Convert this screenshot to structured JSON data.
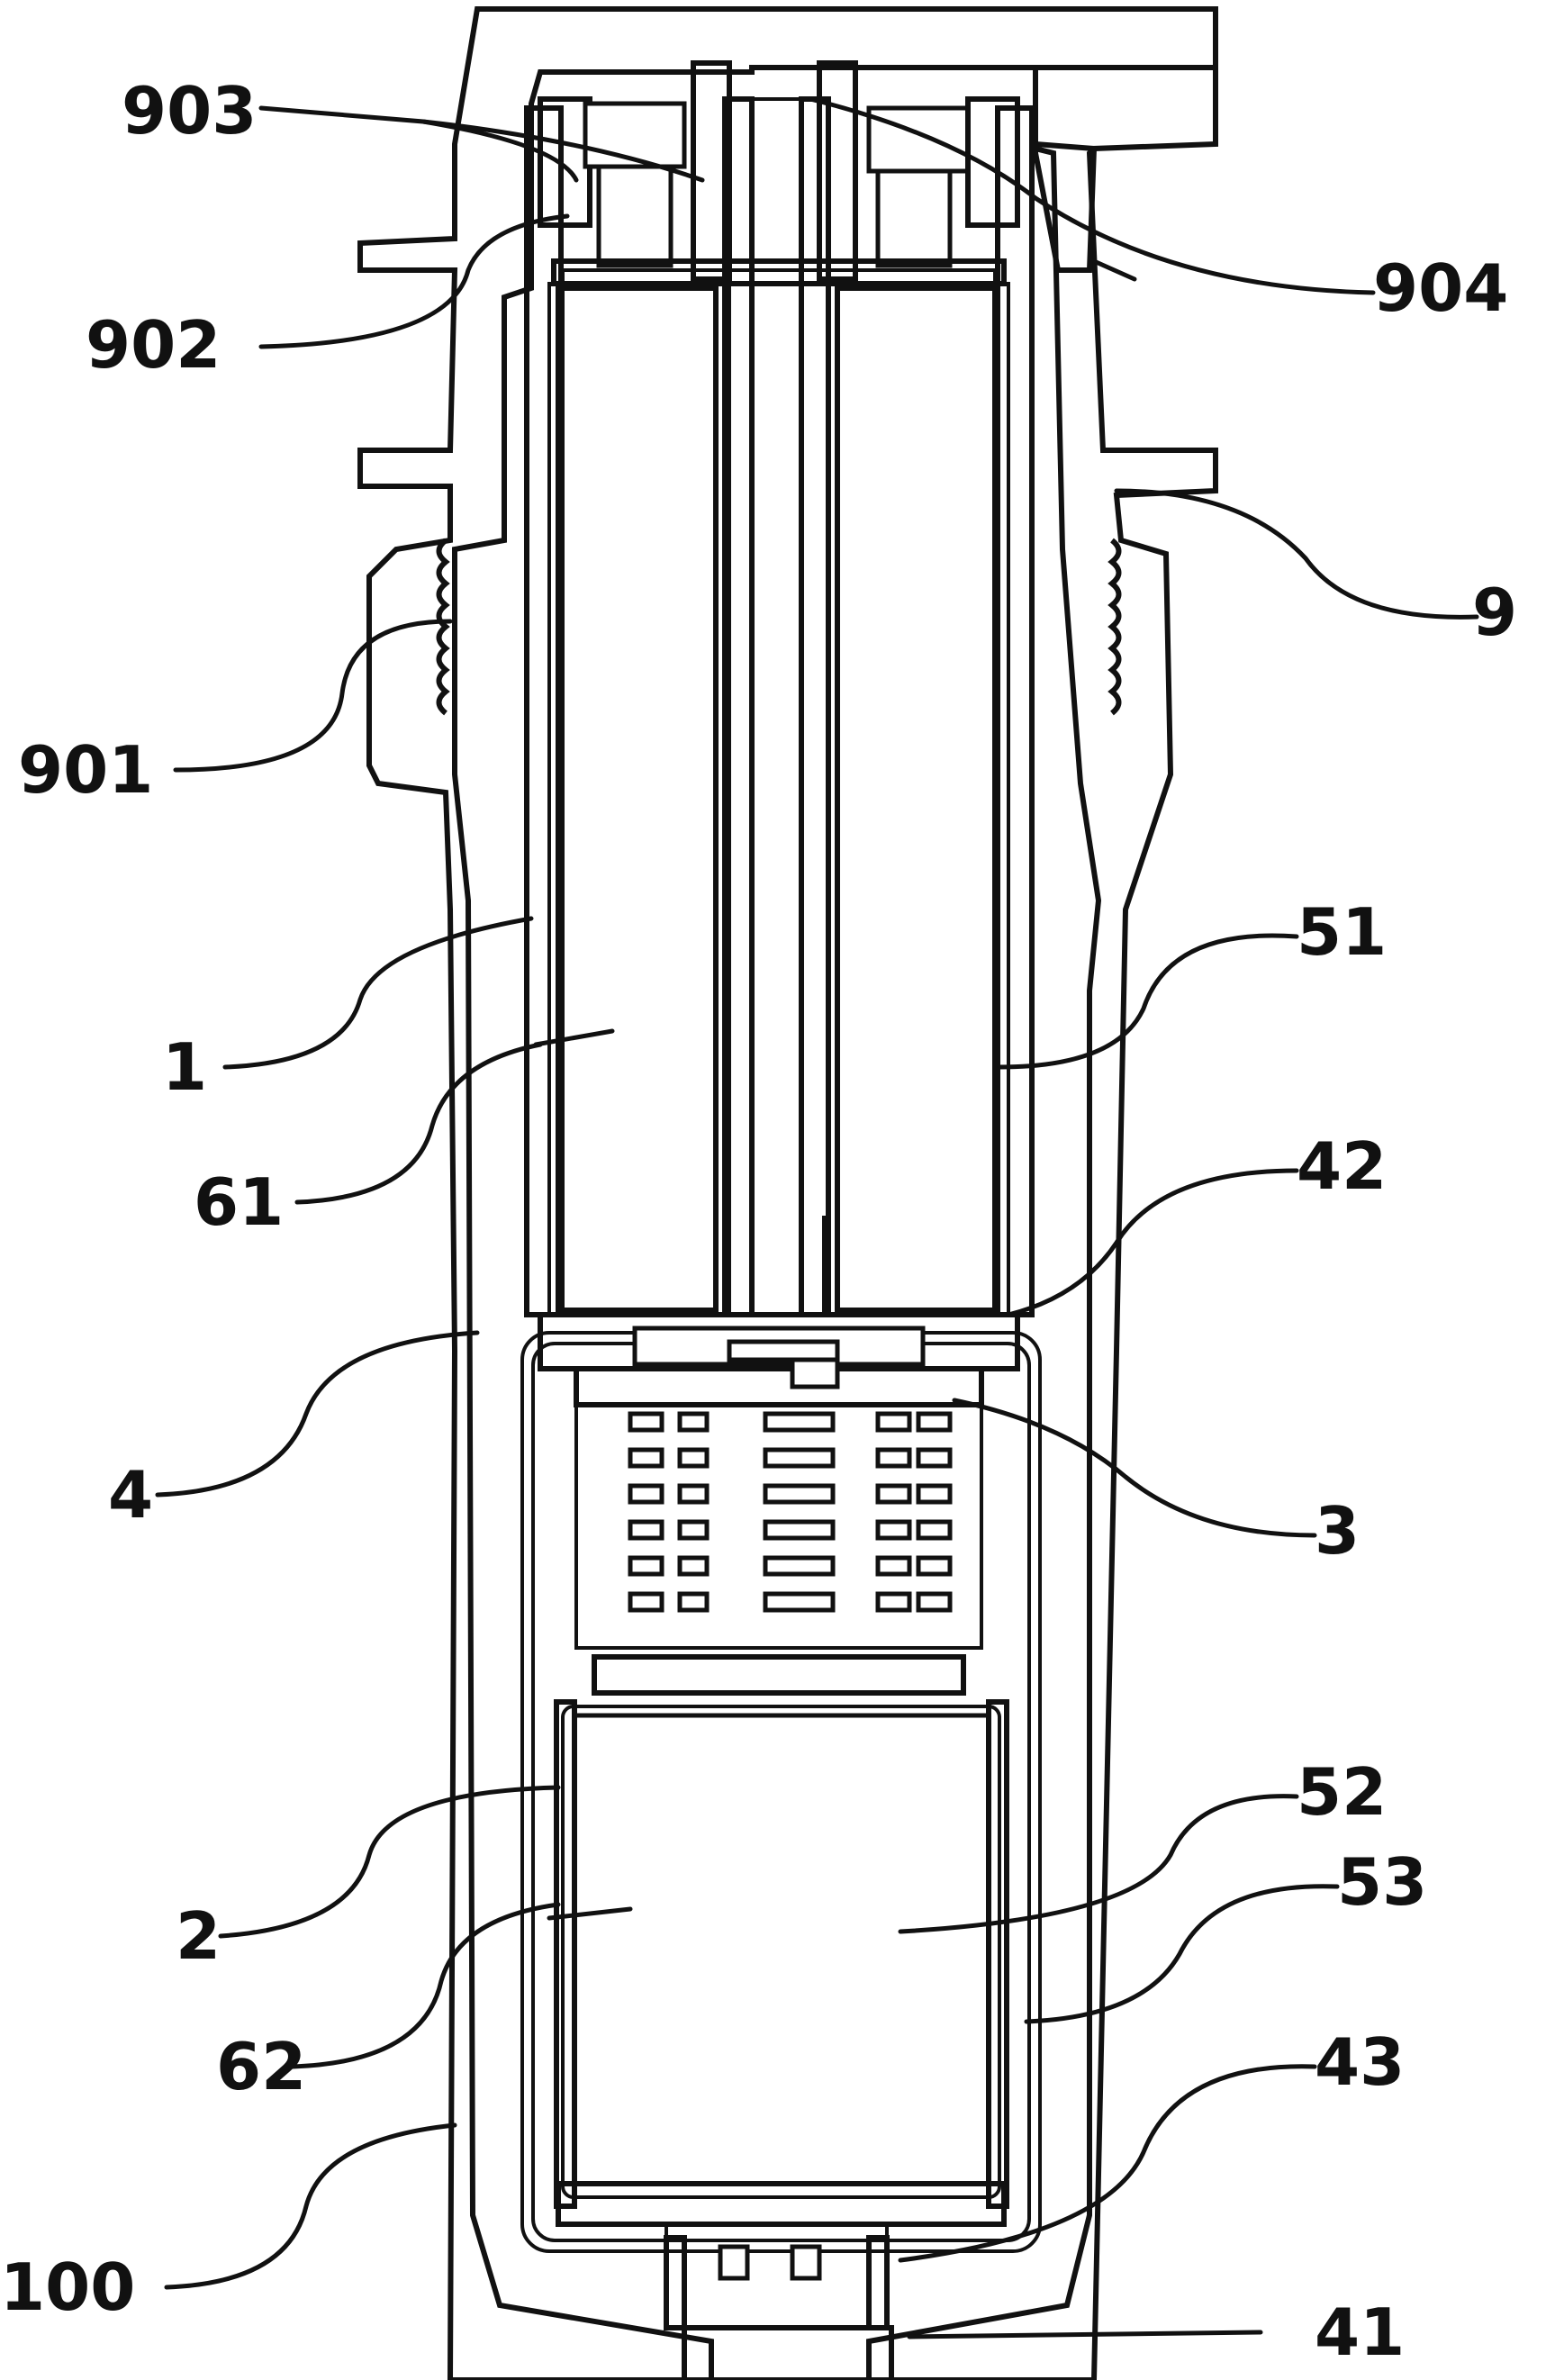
{
  "colors": {
    "line": "#111111",
    "paper": "#ffffff"
  },
  "labels": {
    "l903": "903",
    "l902": "902",
    "l904": "904",
    "l9": "9",
    "l901": "901",
    "l51": "51",
    "l1": "1",
    "l61": "61",
    "l42": "42",
    "l4": "4",
    "l3": "3",
    "l52": "52",
    "l53": "53",
    "l2": "2",
    "l62": "62",
    "l43": "43",
    "l100": "100",
    "l41": "41"
  }
}
